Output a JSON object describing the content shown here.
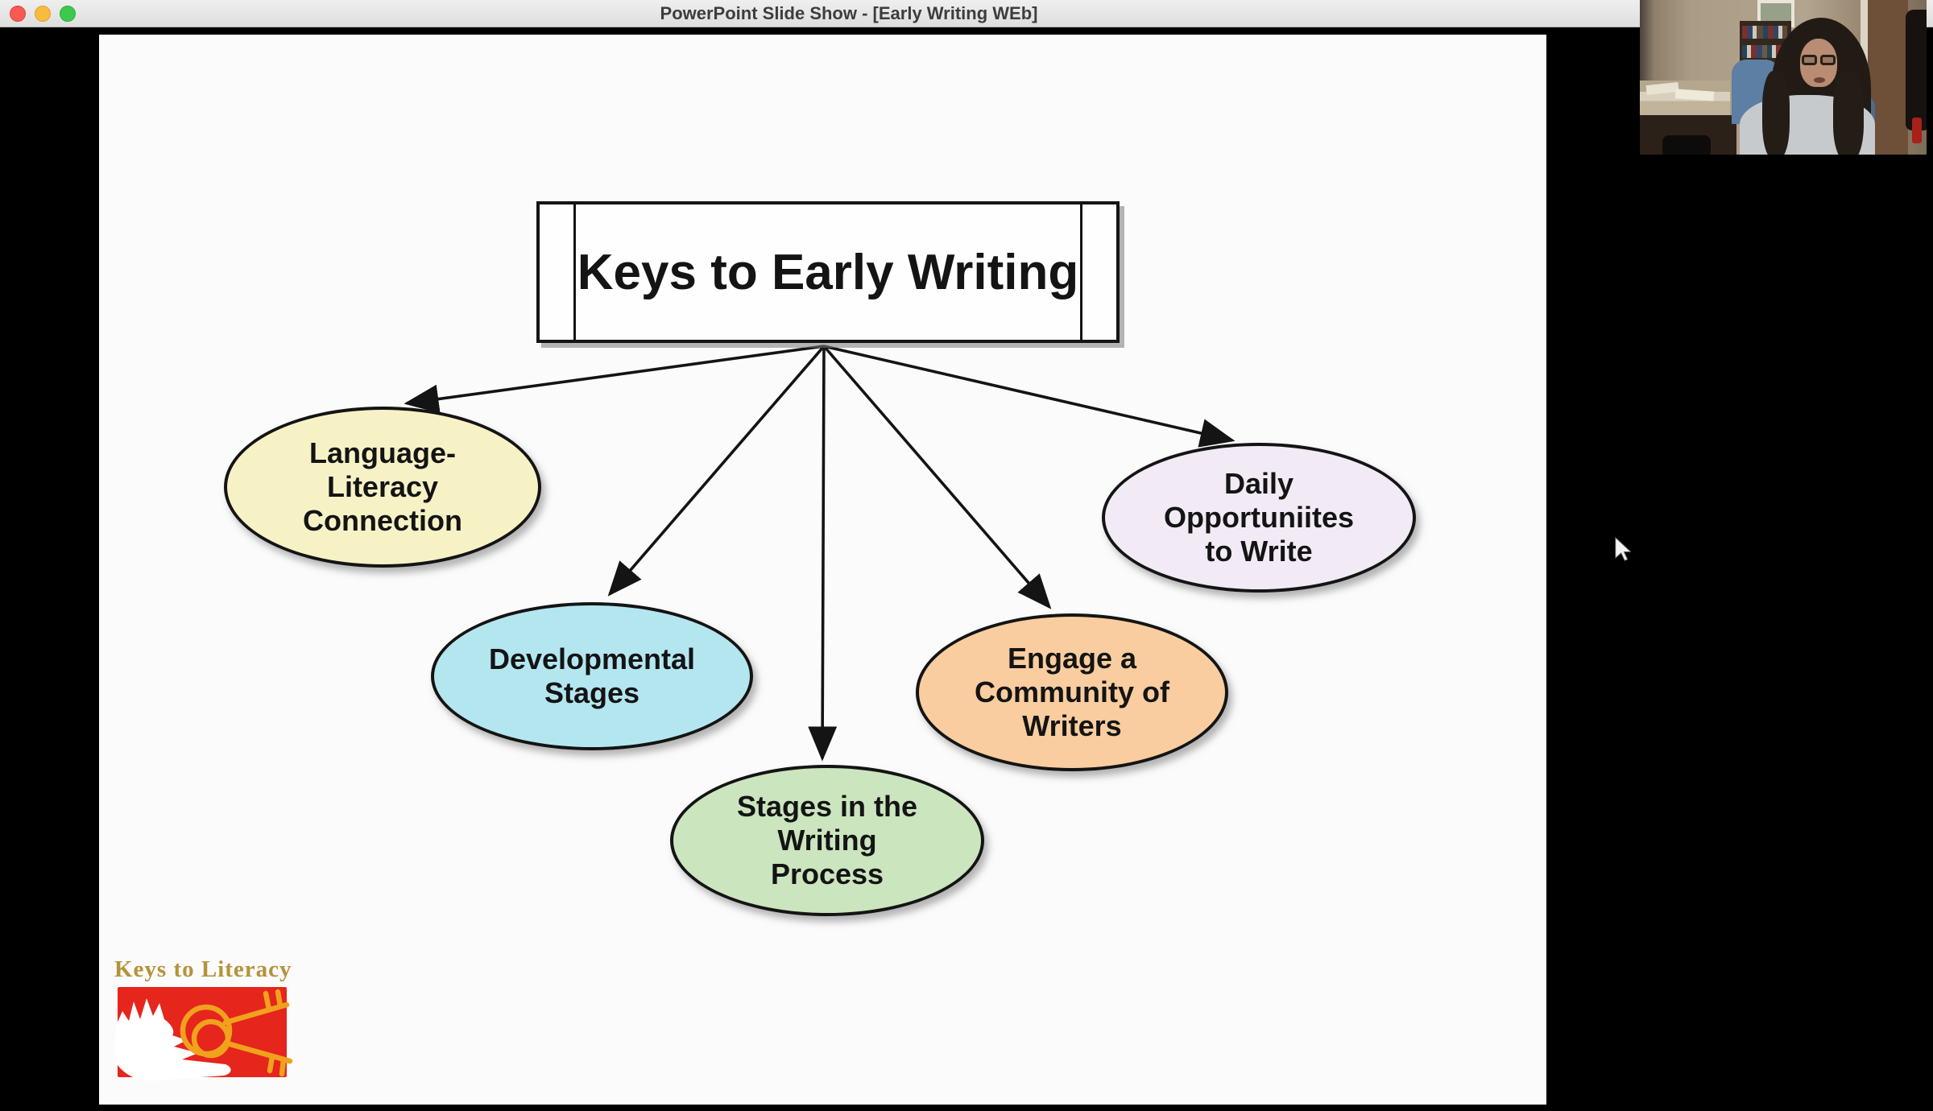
{
  "window": {
    "title": "PowerPoint Slide Show - [Early Writing WEb]",
    "traffic_lights": [
      {
        "name": "close",
        "color": "#f85a52"
      },
      {
        "name": "minimize",
        "color": "#f6bc3e"
      },
      {
        "name": "zoom",
        "color": "#3fc84e"
      }
    ]
  },
  "slide": {
    "title": "Keys to Early Writing",
    "nodes": [
      {
        "id": "language-literacy-connection",
        "label": "Language-\nLiteracy\nConnection",
        "fill": "#F7F2C6"
      },
      {
        "id": "developmental-stages",
        "label": "Developmental\nStages",
        "fill": "#B4E6F0"
      },
      {
        "id": "stages-writing-process",
        "label": "Stages in the\nWriting\nProcess",
        "fill": "#CBE5BF"
      },
      {
        "id": "engage-community-writers",
        "label": "Engage a\nCommunity of\nWriters",
        "fill": "#F9CD9F"
      },
      {
        "id": "daily-opportunities-write",
        "label": "Daily\nOpportuniites\nto Write",
        "fill": "#F2EAF5"
      }
    ],
    "logo": {
      "text": "Keys to Literacy",
      "text_color": "#b5923a",
      "rect_color": "#e6251d",
      "key_color": "#f0a21c"
    }
  }
}
